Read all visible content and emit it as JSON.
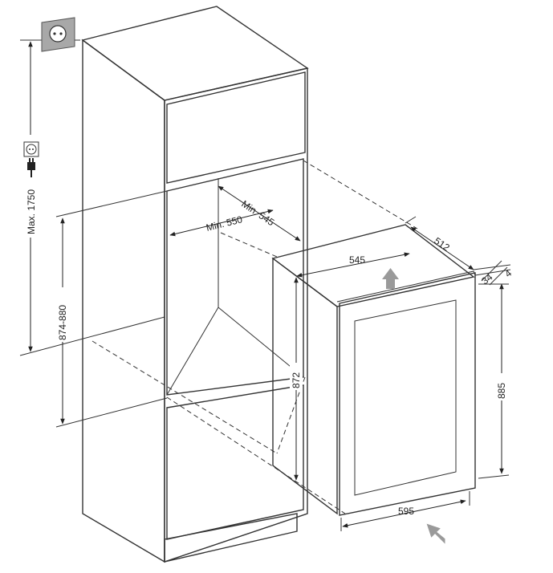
{
  "dimensions": {
    "max_height": "Max. 1750",
    "niche_height": "874-880",
    "niche_depth": "Min. 545",
    "niche_width": "Min. 550",
    "top_width": "545",
    "top_depth": "512",
    "door_offset_a": "4",
    "door_offset_b": "34",
    "body_height": "872",
    "total_height": "885",
    "front_width": "595"
  },
  "icons": {
    "socket_top": "power-socket-icon",
    "socket_mid": "power-socket-icon",
    "plug": "power-plug-icon",
    "arrow_up": "arrow-up-icon",
    "arrow_in": "arrow-push-in-icon"
  },
  "colors": {
    "niche_fill": "#cfcfcf",
    "plate_fill": "#b5b5b5",
    "glass_fill": "#c4c4c4",
    "arrow_fill": "#9a9a9a"
  }
}
